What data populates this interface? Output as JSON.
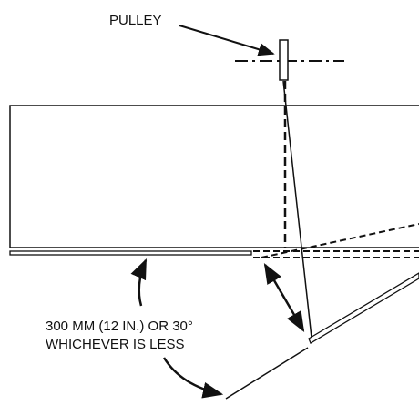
{
  "labels": {
    "pulley": "PULLEY",
    "clearance_line1": "300 MM (12 IN.) OR 30°",
    "clearance_line2": "WHICHEVER IS LESS"
  },
  "colors": {
    "line": "#111111",
    "background": "#ffffff"
  }
}
